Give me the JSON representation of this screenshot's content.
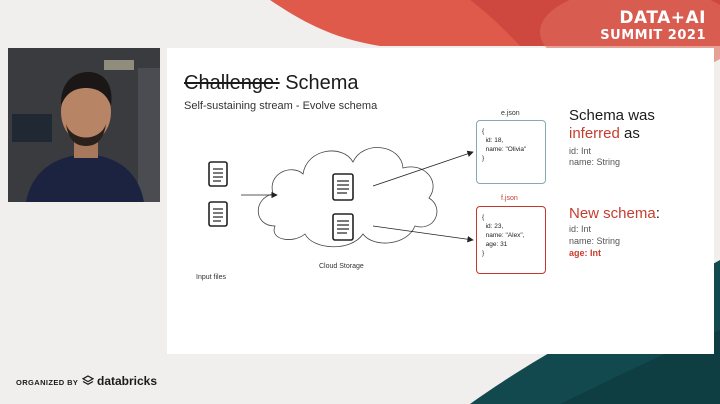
{
  "event": {
    "line1": "DATA+AI",
    "line2": "SUMMIT 2021"
  },
  "slide": {
    "title_struck": "Challenge:",
    "title_main": "Schema",
    "subtitle": "Self-sustaining stream - Evolve schema",
    "input_files_label": "Input files",
    "cloud_label": "Cloud Storage",
    "files": [
      {
        "name": "e.json",
        "lines": [
          "{",
          "  id: 18,",
          "  name: \"Olivia\"",
          "}"
        ]
      },
      {
        "name": "f.json",
        "lines": [
          "{",
          "  id: 23,",
          "  name: \"Alex\",",
          "  age: 31",
          "}"
        ]
      }
    ],
    "schema1": {
      "t1": "Schema was",
      "t2_hl": "inferred",
      "t2_rest": "as",
      "fields": [
        "id: Int",
        "name: String"
      ]
    },
    "schema2": {
      "t1_hl": "New schema",
      "t1_rest": ":",
      "fields": [
        "id: Int",
        "name: String"
      ],
      "new_field": "age: Int"
    }
  },
  "footer": {
    "organized_by": "ORGANIZED BY",
    "brand": "databricks"
  },
  "colors": {
    "accent_red": "#c63d2f",
    "teal": "#12494f",
    "coral": "#e05a4b",
    "box_blue": "#8aa7b4"
  }
}
